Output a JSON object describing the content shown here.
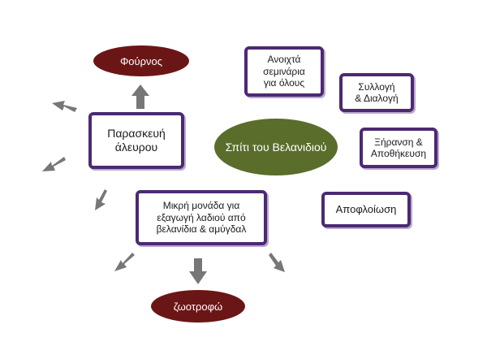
{
  "colors": {
    "box_border": "#4b2a72",
    "dark_red": "#6b1616",
    "olive_green": "#5a6d2b",
    "arrow_gray": "#777777"
  },
  "nodes": {
    "center": "Σπίτι του Βελανιδιού",
    "open_seminars": "Ανοιχτά\nσεμινάρια\nγια όλους",
    "collection_sorting": "Συλλογή\n& Διαλογή",
    "drying_storage": "Ξήρανση &\nΑποθήκευση",
    "peeling": "Αποφλοίωση",
    "flour_preparation": "Παρασκευή\nάλευρου",
    "oven": "Φούρνος",
    "oil_unit": "Μικρή μονάδα για\nεξαγωγή λαδιού από\nβελανίδια & αμύγδαλ",
    "animal_feed": "ζωοτροφώ"
  }
}
